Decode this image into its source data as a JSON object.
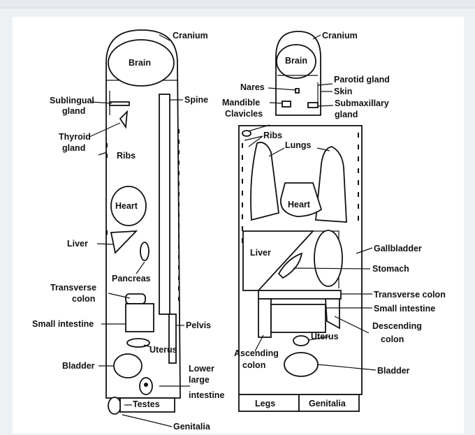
{
  "labels": {
    "cranium": "Cranium",
    "brain": "Brain",
    "sublingual_1": "Sublingual",
    "sublingual_2": "gland",
    "spine": "Spine",
    "thyroid_1": "Thyroid",
    "thyroid_2": "gland",
    "ribs": "Ribs",
    "heart": "Heart",
    "liver": "Liver",
    "pancreas": "Pancreas",
    "transverse_colon_1": "Transverse",
    "transverse_colon_2": "colon",
    "small_intestine": "Small intestine",
    "pelvis": "Pelvis",
    "uterus": "Uterus",
    "bladder": "Bladder",
    "lower_large_1": "Lower",
    "lower_large_2": "large",
    "lower_large_3": "intestine",
    "testes": "Testes",
    "genitalia": "Genitalia",
    "cranium_r": "Cranium",
    "brain_r": "Brain",
    "nares": "Nares",
    "parotid": "Parotid gland",
    "skin": "Skin",
    "mandible": "Mandible",
    "submax_1": "Submaxillary",
    "submax_2": "gland",
    "clavicles": "Clavicles",
    "ribs_r": "Ribs",
    "lungs": "Lungs",
    "heart_r": "Heart",
    "liver_r": "Liver",
    "gallbladder": "Gallbladder",
    "stomach": "Stomach",
    "transverse_colon_r": "Transverse colon",
    "small_intestine_r": "Small intestine",
    "descending_1": "Descending",
    "descending_2": "colon",
    "uterus_r": "Uterus",
    "ascending_1": "Ascending",
    "ascending_2": "colon",
    "bladder_r": "Bladder",
    "legs": "Legs",
    "genitalia_r": "Genitalia"
  }
}
